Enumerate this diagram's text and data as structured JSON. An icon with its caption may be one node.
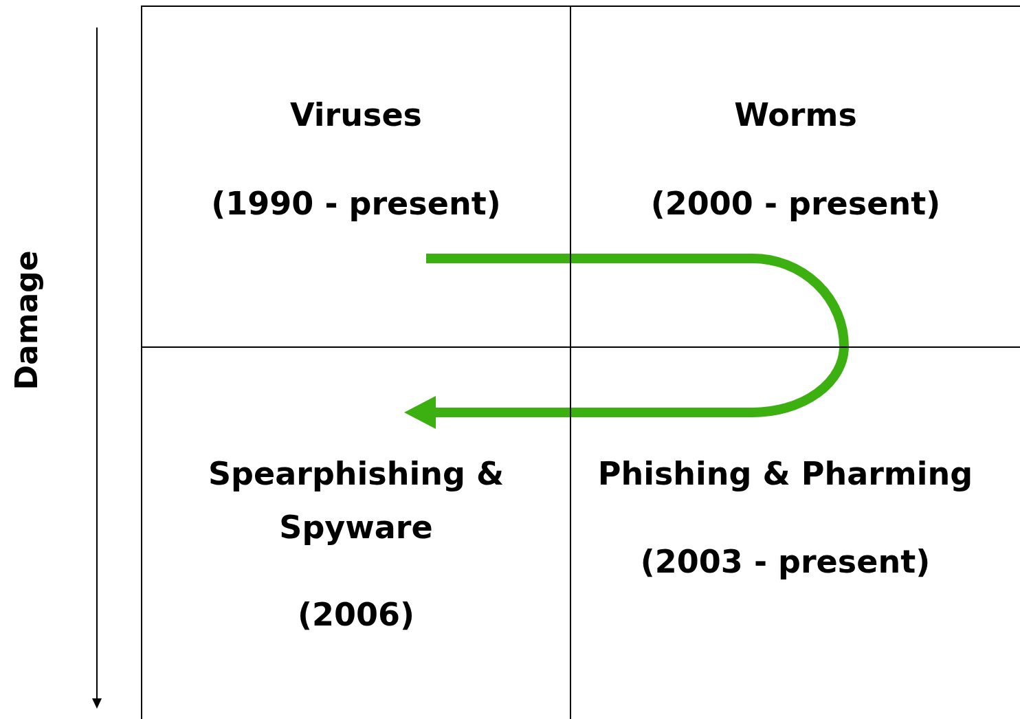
{
  "diagram": {
    "nodes": [
      {
        "text": [
          "Viruses",
          "(1990 - present)"
        ]
      },
      {
        "text": [
          "Worms",
          "(2000 - present)"
        ]
      },
      {
        "text": [
          "Spearphishing & Spyware",
          "(2006)"
        ]
      },
      {
        "text": [
          "Phishing & Pharming",
          "(2003 - present)"
        ]
      }
    ],
    "edges": [
      {
        "from": 0,
        "to": 1,
        "arrow": "none",
        "color": "#3cb010"
      },
      {
        "from": 1,
        "to": 3,
        "arrow": "none",
        "color": "#3cb010"
      },
      {
        "from": 3,
        "to": 2,
        "arrow": "to",
        "color": "#3cb010"
      }
    ],
    "labels": [
      "Damage"
    ]
  }
}
